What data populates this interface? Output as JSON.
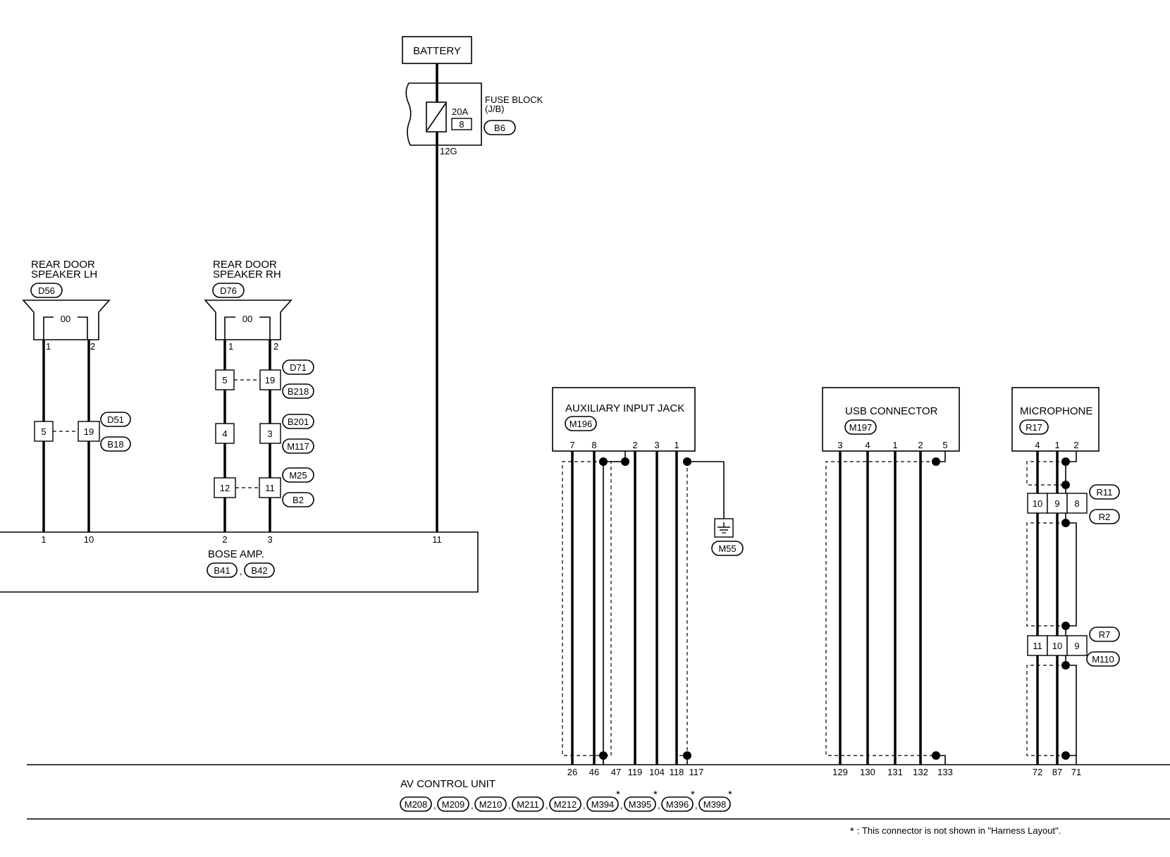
{
  "battery": {
    "label": "BATTERY"
  },
  "fuse_block": {
    "title_line1": "FUSE BLOCK",
    "title_line2": "(J/B)",
    "fuse_rating": "20A",
    "fuse_number": "8",
    "connector": "B6",
    "terminal": "12G"
  },
  "rear_door_speaker_lh": {
    "title_line1": "REAR DOOR",
    "title_line2": "SPEAKER LH",
    "connector": "D56",
    "coil": "00",
    "pins": [
      "1",
      "2"
    ],
    "joint": {
      "left": "5",
      "right": "19",
      "connectors": [
        "D51",
        "B18"
      ]
    }
  },
  "rear_door_speaker_rh": {
    "title_line1": "REAR DOOR",
    "title_line2": "SPEAKER RH",
    "connector": "D76",
    "coil": "00",
    "pins": [
      "1",
      "2"
    ],
    "joints": [
      {
        "left": "5",
        "right": "19",
        "connectors": [
          "D71",
          "B218"
        ]
      },
      {
        "left": "4",
        "right": "3",
        "connectors": [
          "B201",
          "M117"
        ]
      },
      {
        "left": "12",
        "right": "11",
        "connectors": [
          "M25",
          "B2"
        ]
      }
    ]
  },
  "bose_amp": {
    "title": "BOSE AMP.",
    "connectors": [
      "B41",
      "B42"
    ],
    "separator": ",",
    "pins": [
      "1",
      "10",
      "2",
      "3",
      "11"
    ]
  },
  "auxiliary_input_jack": {
    "title": "AUXILIARY INPUT JACK",
    "connector": "M196",
    "pins": [
      "7",
      "8",
      "2",
      "3",
      "1"
    ],
    "ground_connector": "M55"
  },
  "usb_connector": {
    "title": "USB CONNECTOR",
    "connector": "M197",
    "pins": [
      "3",
      "4",
      "1",
      "2",
      "5"
    ]
  },
  "microphone": {
    "title": "MICROPHONE",
    "connector": "R17",
    "pins": [
      "4",
      "1",
      "2"
    ],
    "joint_upper": {
      "cells": [
        "10",
        "9",
        "8"
      ],
      "connectors": [
        "R11",
        "R2"
      ]
    },
    "joint_lower": {
      "cells": [
        "11",
        "10",
        "9"
      ],
      "connectors": [
        "R7",
        "M110"
      ]
    }
  },
  "av_control_unit": {
    "title": "AV CONTROL UNIT",
    "pins_aux": [
      "26",
      "46",
      "47",
      "119",
      "104",
      "118",
      "117"
    ],
    "pins_usb": [
      "129",
      "130",
      "131",
      "132",
      "133"
    ],
    "pins_mic": [
      "72",
      "87",
      "71"
    ],
    "connectors": [
      {
        "id": "M208",
        "sep": ",",
        "star": ""
      },
      {
        "id": "M209",
        "sep": ",",
        "star": ""
      },
      {
        "id": "M210",
        "sep": ",",
        "star": ""
      },
      {
        "id": "M211",
        "sep": ",",
        "star": ""
      },
      {
        "id": "M212",
        "sep": ",",
        "star": ""
      },
      {
        "id": "M394",
        "sep": ",",
        "star": "*"
      },
      {
        "id": "M395",
        "sep": ",",
        "star": "*"
      },
      {
        "id": "M396",
        "sep": ",",
        "star": "*"
      },
      {
        "id": "M398",
        "sep": "",
        "star": "*"
      }
    ]
  },
  "footnote": {
    "star": "*",
    "text": ": This connector is not shown in \"Harness Layout\"."
  }
}
